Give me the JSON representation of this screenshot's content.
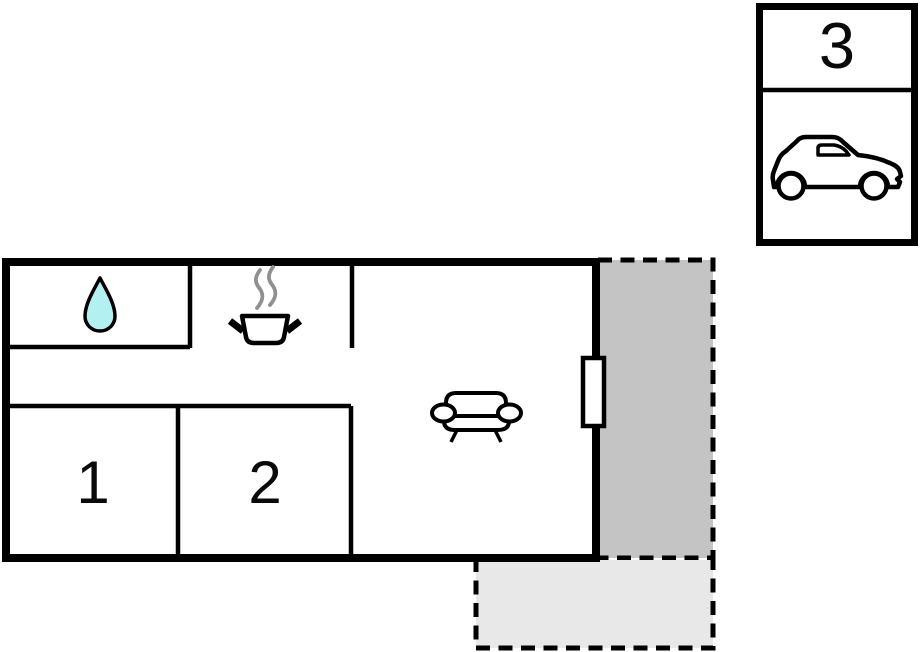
{
  "floor_plan": {
    "labels": {
      "room_1": "1",
      "room_2": "2",
      "carport": "3"
    },
    "colors": {
      "outline": "#000000",
      "interior_fill": "#ffffff",
      "terrace_dark_fill": "#c4c4c4",
      "terrace_light_fill": "#e8e8e8",
      "water_drop_fill": "#b2f0f2",
      "steam_stroke": "#909090"
    },
    "icons": [
      "water-drop-icon",
      "cooking-pot-icon",
      "sofa-icon",
      "door",
      "car-icon"
    ]
  }
}
